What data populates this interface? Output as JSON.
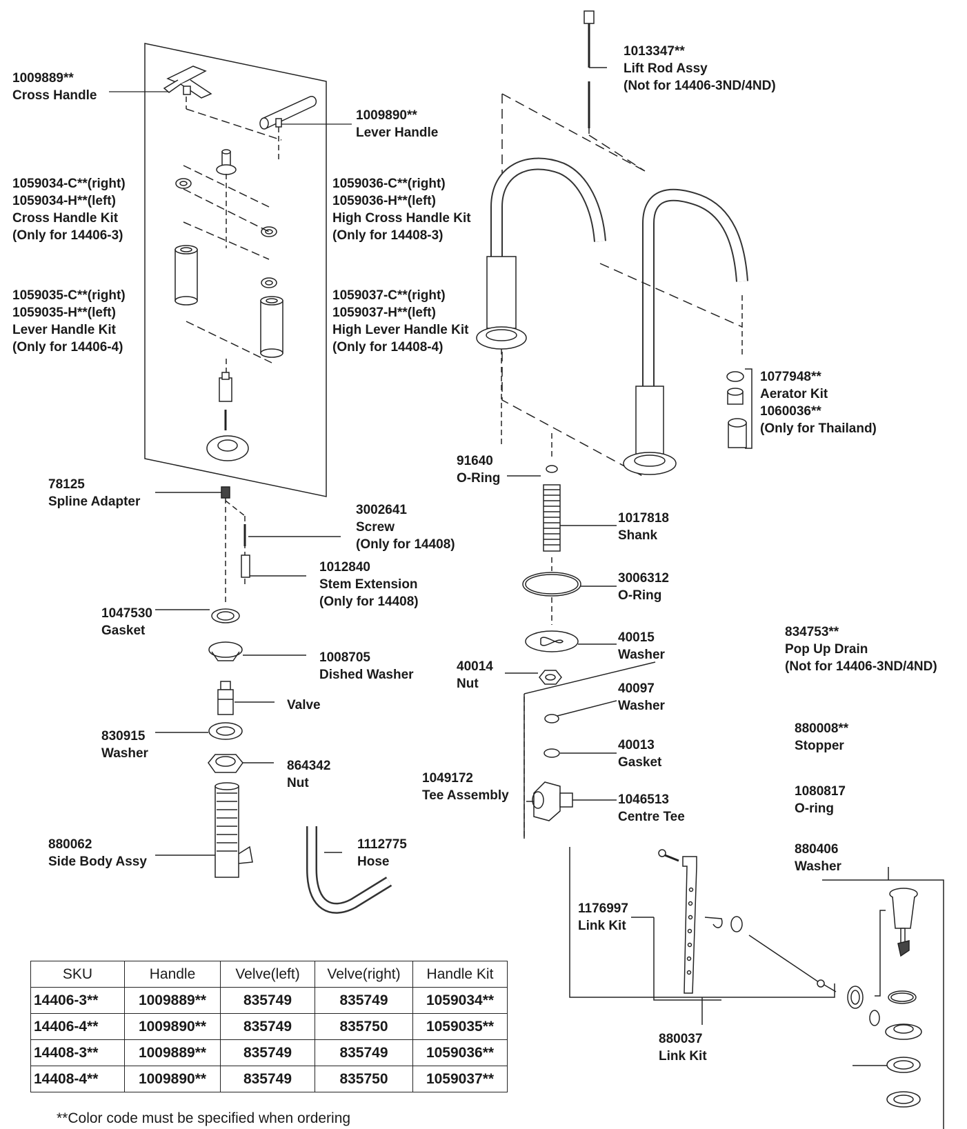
{
  "labels": {
    "cross_handle": {
      "part": "1009889**",
      "name": "Cross Handle"
    },
    "lever_handle": {
      "part": "1009890**",
      "name": "Lever Handle"
    },
    "cross_handle_kit": {
      "line1": "1059034-C**(right)",
      "line2": "1059034-H**(left)",
      "line3": "Cross Handle Kit",
      "line4": "(Only for 14406-3)"
    },
    "high_cross_handle_kit": {
      "line1": "1059036-C**(right)",
      "line2": "1059036-H**(left)",
      "line3": "High Cross Handle Kit",
      "line4": "(Only for 14408-3)"
    },
    "lever_handle_kit": {
      "line1": "1059035-C**(right)",
      "line2": "1059035-H**(left)",
      "line3": "Lever Handle Kit",
      "line4": "(Only for 14406-4)"
    },
    "high_lever_handle_kit": {
      "line1": "1059037-C**(right)",
      "line2": "1059037-H**(left)",
      "line3": "High Lever Handle Kit",
      "line4": "(Only for 14408-4)"
    },
    "lift_rod": {
      "part": "1013347**",
      "name": "Lift Rod Assy",
      "note": "(Not for 14406-3ND/4ND)"
    },
    "aerator_kit": {
      "part": "1077948**",
      "name": "Aerator Kit",
      "part2": "1060036**",
      "note": "(Only for Thailand)"
    },
    "spline_adapter": {
      "part": "78125",
      "name": "Spline Adapter"
    },
    "screw": {
      "part": "3002641",
      "name": "Screw",
      "note": "(Only for 14408)"
    },
    "stem_extension": {
      "part": "1012840",
      "name": "Stem Extension",
      "note": "(Only for 14408)"
    },
    "gasket_1047530": {
      "part": "1047530",
      "name": "Gasket"
    },
    "dished_washer": {
      "part": "1008705",
      "name": "Dished Washer"
    },
    "valve": {
      "name": "Valve"
    },
    "washer_830915": {
      "part": "830915",
      "name": "Washer"
    },
    "nut_864342": {
      "part": "864342",
      "name": "Nut"
    },
    "side_body": {
      "part": "880062",
      "name": "Side Body Assy"
    },
    "hose": {
      "part": "1112775",
      "name": "Hose"
    },
    "oring_91640": {
      "part": "91640",
      "name": "O-Ring"
    },
    "shank": {
      "part": "1017818",
      "name": "Shank"
    },
    "oring_3006312": {
      "part": "3006312",
      "name": "O-Ring"
    },
    "washer_40015": {
      "part": "40015",
      "name": "Washer"
    },
    "nut_40014": {
      "part": "40014",
      "name": "Nut"
    },
    "washer_40097": {
      "part": "40097",
      "name": "Washer"
    },
    "gasket_40013": {
      "part": "40013",
      "name": "Gasket"
    },
    "tee_assembly": {
      "part": "1049172",
      "name": "Tee Assembly"
    },
    "centre_tee": {
      "part": "1046513",
      "name": "Centre Tee"
    },
    "link_kit_1176997": {
      "part": "1176997",
      "name": "Link Kit"
    },
    "link_kit_880037": {
      "part": "880037",
      "name": "Link Kit"
    },
    "pop_up_drain": {
      "part": "834753**",
      "name": "Pop Up Drain",
      "note": "(Not for 14406-3ND/4ND)"
    },
    "stopper": {
      "part": "880008**",
      "name": "Stopper"
    },
    "oring_1080817": {
      "part": "1080817",
      "name": "O-ring"
    },
    "washer_880406": {
      "part": "880406",
      "name": "Washer"
    }
  },
  "table": {
    "headers": [
      "SKU",
      "Handle",
      "Velve(left)",
      "Velve(right)",
      "Handle Kit"
    ],
    "rows": [
      [
        "14406-3**",
        "1009889**",
        "835749",
        "835749",
        "1059034**"
      ],
      [
        "14406-4**",
        "1009890**",
        "835749",
        "835750",
        "1059035**"
      ],
      [
        "14408-3**",
        "1009889**",
        "835749",
        "835749",
        "1059036**"
      ],
      [
        "14408-4**",
        "1009890**",
        "835749",
        "835750",
        "1059037**"
      ]
    ]
  },
  "footnote": "**Color code must be specified when ordering"
}
